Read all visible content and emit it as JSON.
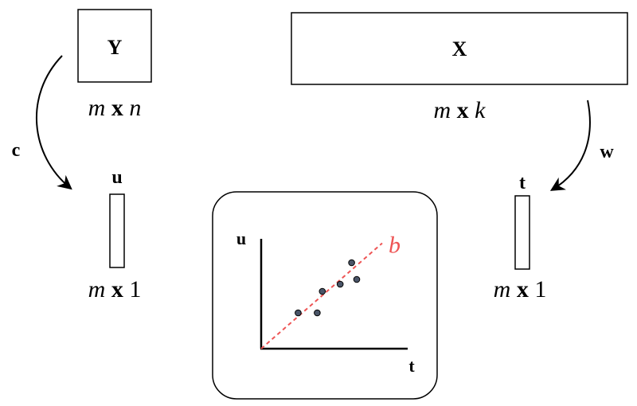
{
  "matrices": {
    "Y": {
      "label": "Y",
      "dim_rows": "m",
      "dim_sep": "x",
      "dim_cols": "n"
    },
    "X": {
      "label": "X",
      "dim_rows": "m",
      "dim_sep": "x",
      "dim_cols": "k"
    }
  },
  "vectors": {
    "u": {
      "label": "u",
      "dim_rows": "m",
      "dim_sep": "x",
      "dim_cols": "1"
    },
    "t": {
      "label": "t",
      "dim_rows": "m",
      "dim_sep": "x",
      "dim_cols": "1"
    }
  },
  "arrows": {
    "c": {
      "label": "c"
    },
    "w": {
      "label": "w"
    }
  },
  "inset_plot": {
    "y_axis_label": "u",
    "x_axis_label": "t",
    "fit_label": "b",
    "points": [
      {
        "t": 0.29,
        "u": 0.3
      },
      {
        "t": 0.44,
        "u": 0.3
      },
      {
        "t": 0.48,
        "u": 0.48
      },
      {
        "t": 0.62,
        "u": 0.54
      },
      {
        "t": 0.71,
        "u": 0.72
      },
      {
        "t": 0.75,
        "u": 0.58
      }
    ],
    "fit_slope": 0.93,
    "colors": {
      "fit_line": "#ee5555",
      "points": "#4a5568",
      "axes": "#000000"
    }
  }
}
